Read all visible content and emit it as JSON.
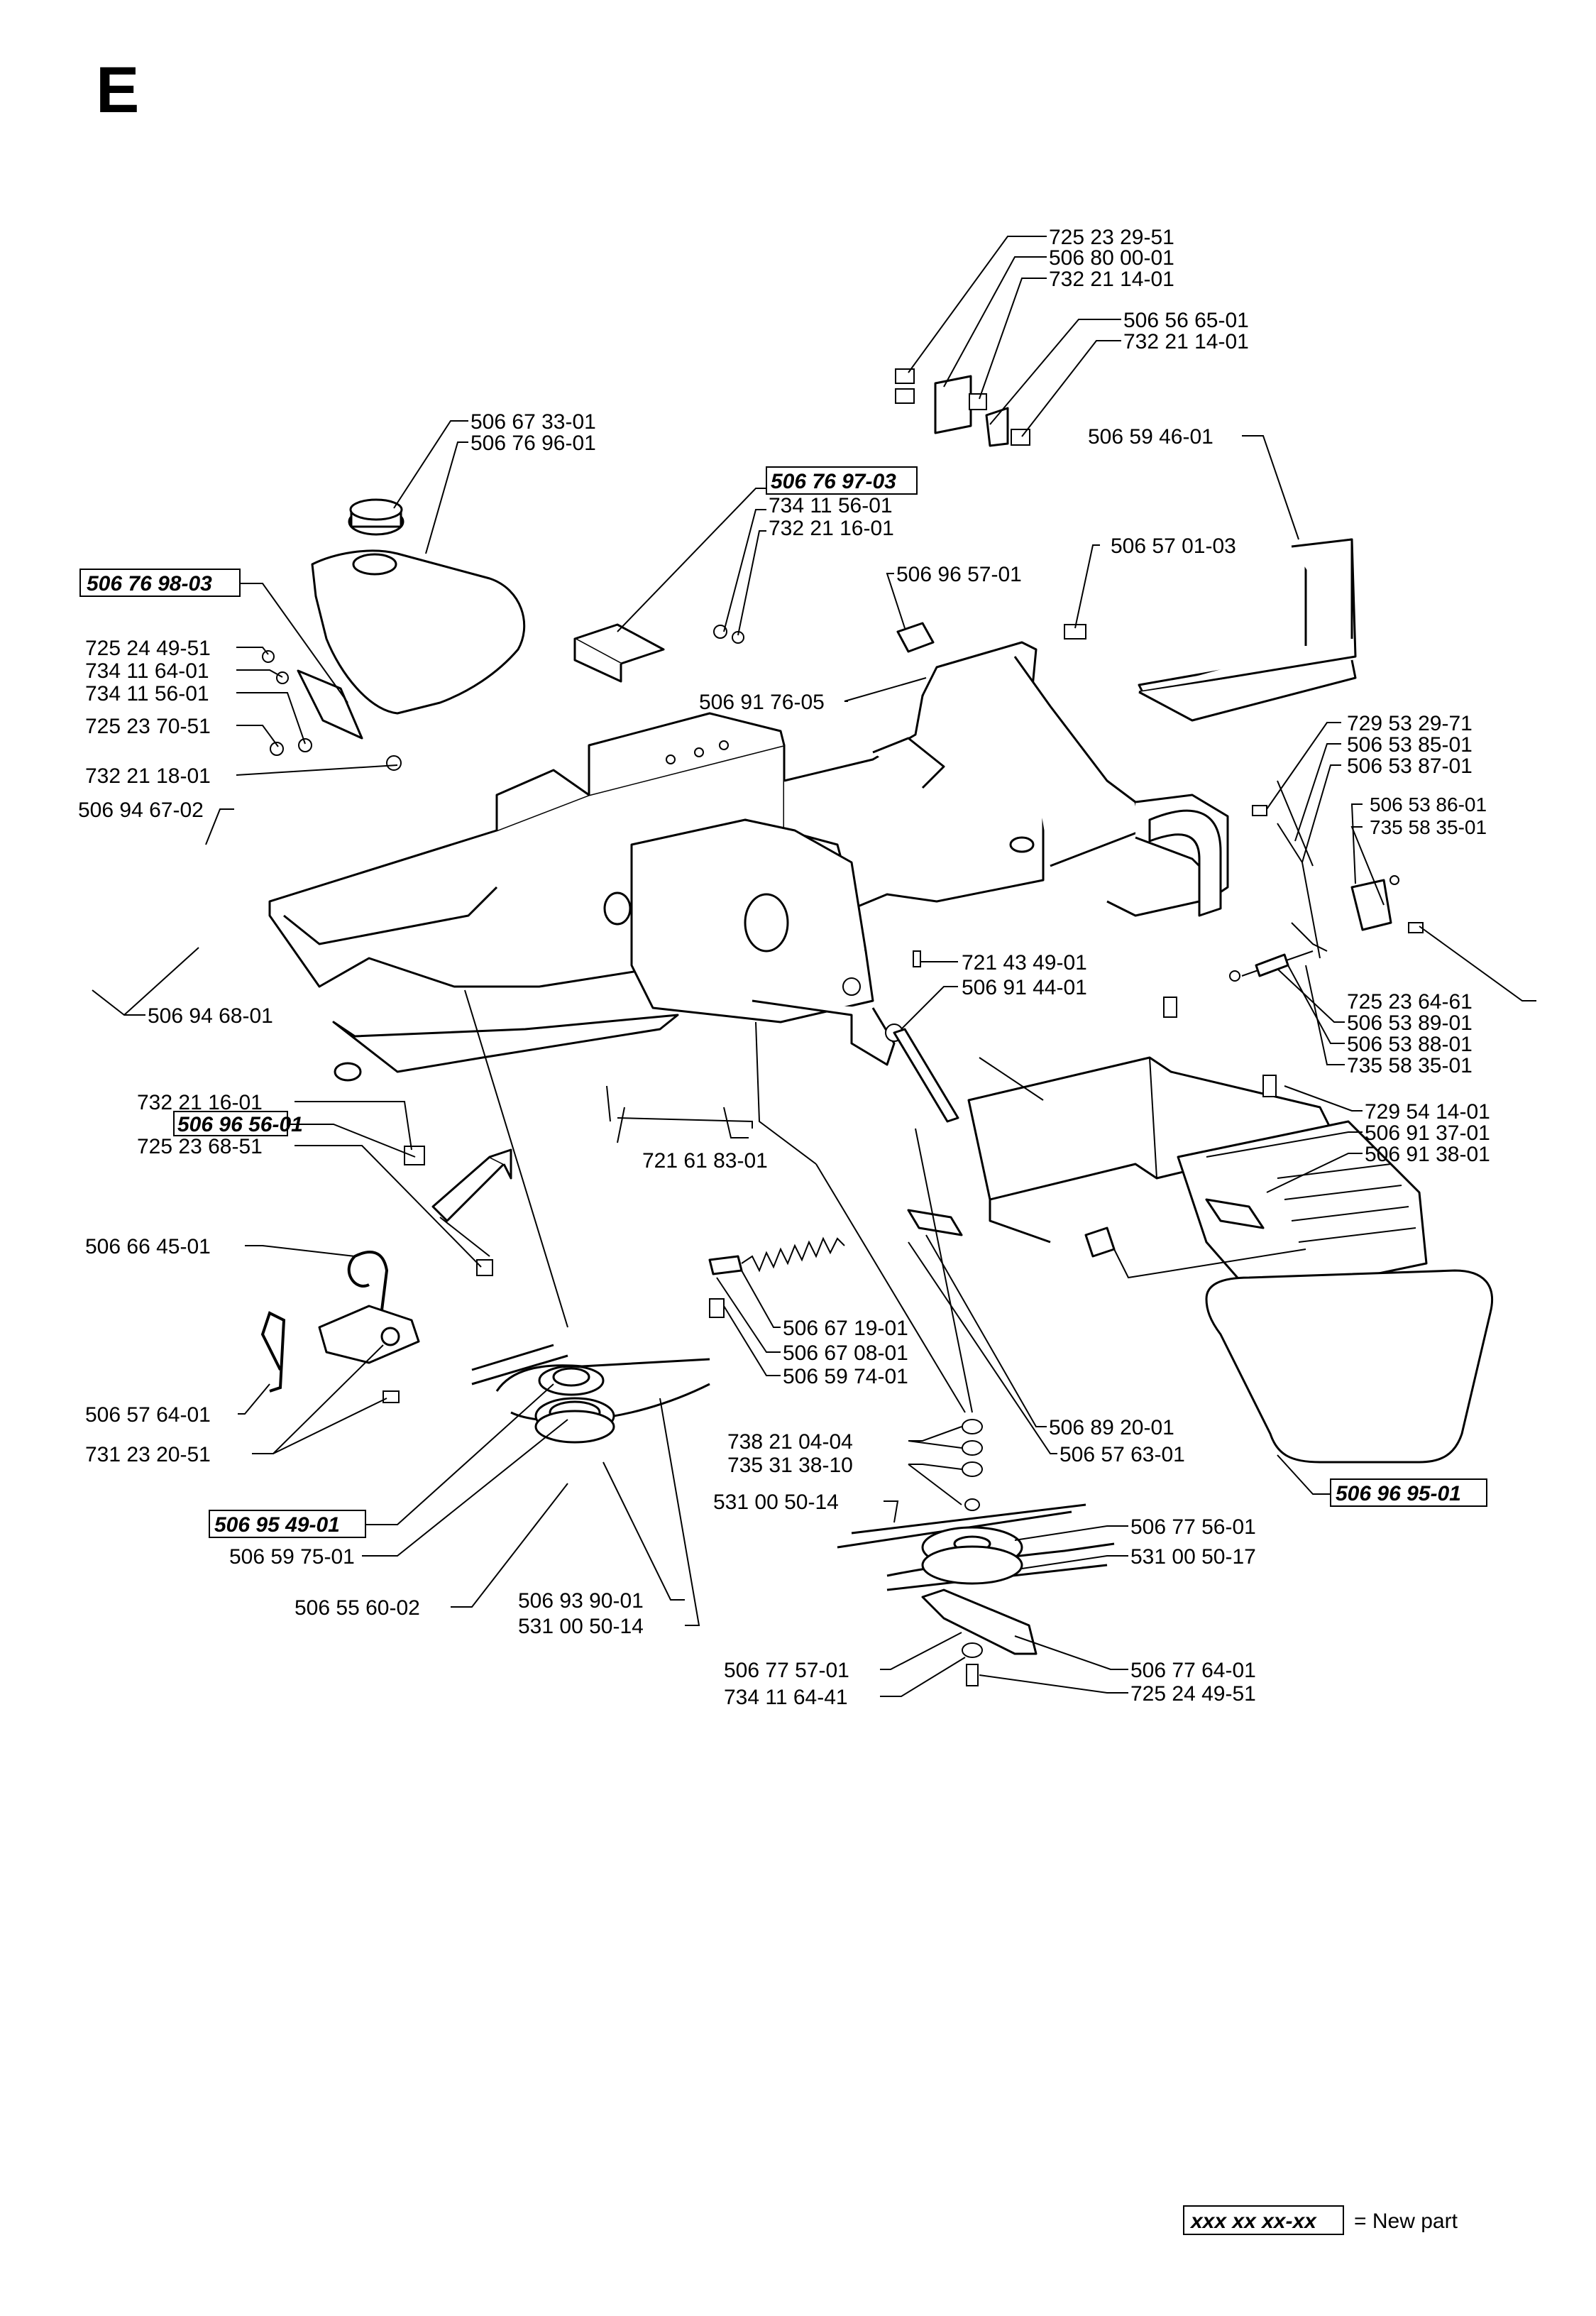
{
  "section_letter": "E",
  "labels": {
    "l01": "725 23 29-51",
    "l02": "506 80 00-01",
    "l03": "732 21 14-01",
    "l04": "506 56 65-01",
    "l05": "732 21 14-01",
    "l06": "506 59 46-01",
    "l07": "506 67 33-01",
    "l08": "506 76 96-01",
    "l09": "506 76 97-03",
    "l10": "734 11 56-01",
    "l11": "732 21 16-01",
    "l12": "506 76 98-03",
    "l13": "506 96 57-01",
    "l14": "506 57 01-03",
    "l15": "725 24 49-51",
    "l16": "734 11 64-01",
    "l17": "734 11 56-01",
    "l18": "725 23 70-51",
    "l19": "506 91 76-05",
    "l20": "729 53 29-71",
    "l21": "506 53 85-01",
    "l22": "506 53 87-01",
    "l23": "732 21 18-01",
    "l24": "506 94 67-02",
    "l25": "506 53 86-01",
    "l26": "735 58 35-01",
    "l27": "721 43 49-01",
    "l28": "725 23 64-61",
    "l29": "506 91 44-01",
    "l30": "506 94 68-01",
    "l31": "506 53 89-01",
    "l32": "506 53 88-01",
    "l33": "735 58 35-01",
    "l34": "732 21 16-01",
    "l35": "729 54 14-01",
    "l36": "506 96 56-01",
    "l37": "506 91 37-01",
    "l38": "725 23 68-51",
    "l39": "721 61 83-01",
    "l40": "506 91 38-01",
    "l41": "506 66 45-01",
    "l42": "506 67 19-01",
    "l43": "506 67 08-01",
    "l44": "506 59 74-01",
    "l45": "506 57 64-01",
    "l46": "506 89 20-01",
    "l47": "738 21 04-04",
    "l48": "506 57 63-01",
    "l49": "735 31 38-10",
    "l50": "731 23 20-51",
    "l51": "506 96 95-01",
    "l52": "531 00 50-14",
    "l53": "506 95 49-01",
    "l54": "506 77 56-01",
    "l55": "506 59 75-01",
    "l56": "531 00 50-17",
    "l57": "506 55 60-02",
    "l58": "506 93 90-01",
    "l59": "531 00 50-14",
    "l60": "506 77 57-01",
    "l61": "506 77 64-01",
    "l62": "734 11 64-41",
    "l63": "725 24 49-51"
  },
  "legend": {
    "code": "xxx xx xx-xx",
    "text": "= New part"
  }
}
